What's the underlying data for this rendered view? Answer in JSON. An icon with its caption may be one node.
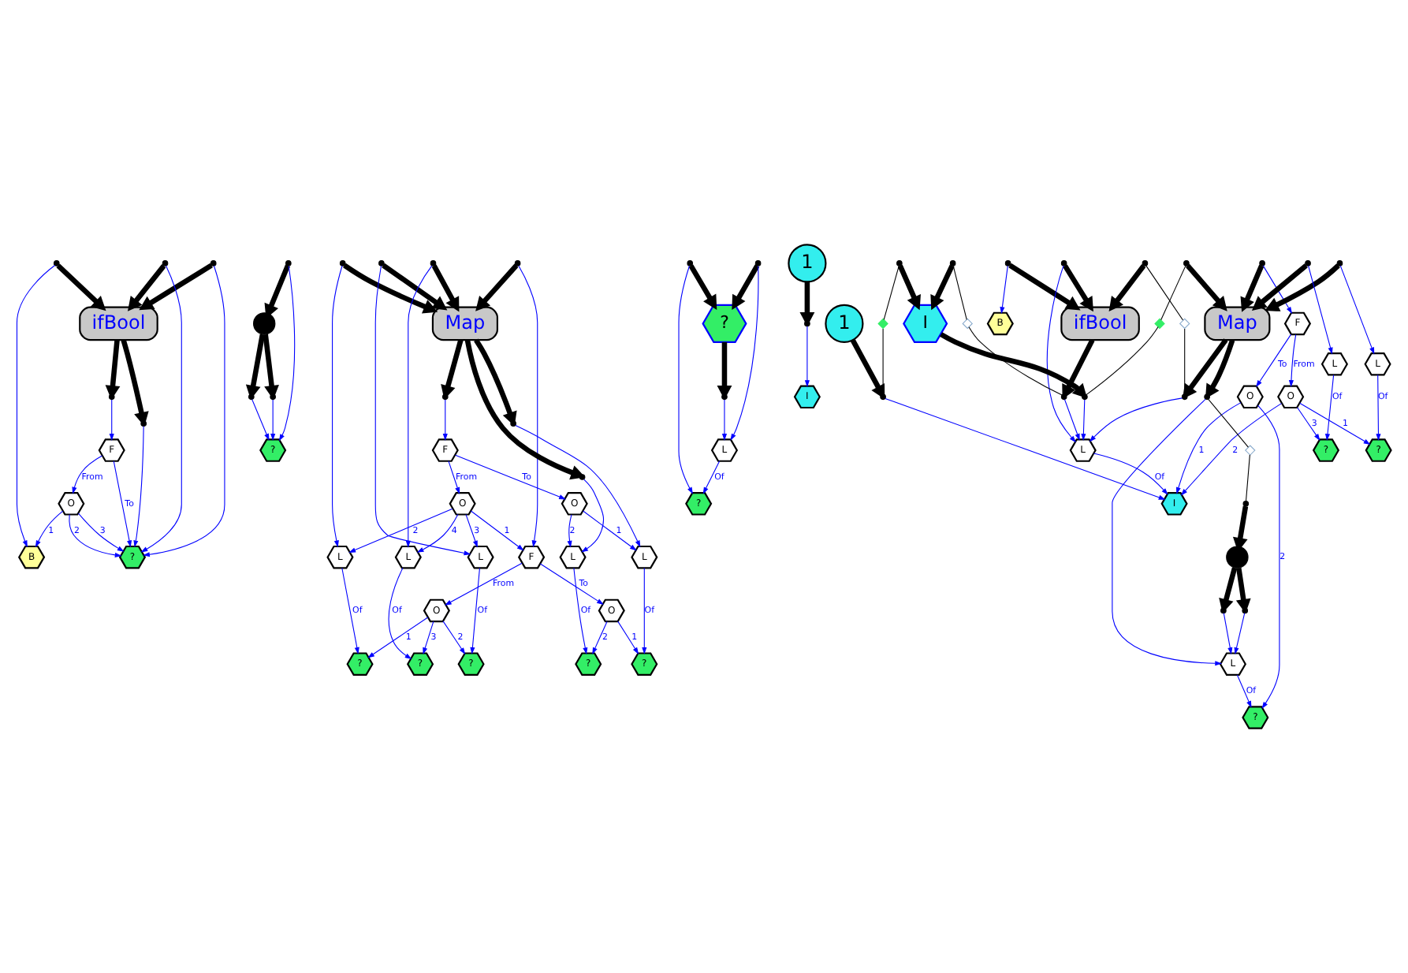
{
  "diagram": {
    "nodes": [
      {
        "text": [
          "B"
        ]
      },
      {
        "text": [
          "ifBool"
        ]
      },
      {
        "text": [],
        "shape": "circle"
      },
      {
        "text": [],
        "shape": "circle"
      },
      {
        "text": [],
        "shape": "circle"
      },
      {
        "text": [],
        "shape": "circle"
      },
      {
        "text": [],
        "shape": "circle"
      },
      {
        "text": [
          "?"
        ]
      },
      {
        "text": [
          "O"
        ]
      },
      {
        "text": [
          "F"
        ]
      },
      {
        "text": [],
        "shape": "circle"
      },
      {
        "text": [],
        "shape": "circle"
      },
      {
        "text": [],
        "shape": "circle"
      },
      {
        "text": [],
        "shape": "circle"
      },
      {
        "text": [
          "?"
        ]
      },
      {
        "text": [
          "O"
        ]
      },
      {
        "text": [
          "F"
        ]
      },
      {
        "text": [
          "O"
        ]
      },
      {
        "text": [],
        "shape": "circle"
      },
      {
        "text": [
          "Map"
        ]
      },
      {
        "text": [
          "?"
        ]
      },
      {
        "text": [
          "L"
        ]
      },
      {
        "text": [],
        "shape": "circle"
      },
      {
        "text": [
          "?"
        ]
      },
      {
        "text": [
          "L"
        ]
      },
      {
        "text": [],
        "shape": "circle"
      },
      {
        "text": [],
        "shape": "circle"
      },
      {
        "text": [
          "L"
        ]
      },
      {
        "text": [
          "?"
        ]
      },
      {
        "text": [],
        "shape": "circle"
      },
      {
        "text": [
          "L"
        ]
      },
      {
        "text": [
          "?"
        ]
      },
      {
        "text": [],
        "shape": "circle"
      },
      {
        "text": [
          "L"
        ]
      },
      {
        "text": [
          "?"
        ]
      },
      {
        "text": [],
        "shape": "circle"
      },
      {
        "text": [
          "O"
        ]
      },
      {
        "text": [
          "F"
        ]
      },
      {
        "text": [
          "O"
        ]
      },
      {
        "text": [
          "?"
        ]
      },
      {
        "text": [],
        "shape": "circle"
      },
      {
        "text": [],
        "shape": "circle"
      },
      {
        "text": [],
        "shape": "circle"
      },
      {
        "text": [
          "L"
        ]
      },
      {
        "text": [
          "?"
        ]
      },
      {
        "text": [
          "I"
        ]
      },
      {
        "text": [],
        "shape": "circle"
      },
      {
        "text": [
          "1"
        ]
      },
      {
        "text": [
          "O"
        ]
      },
      {
        "text": [
          "F"
        ]
      },
      {
        "text": [
          "O"
        ]
      },
      {
        "text": [
          "B"
        ]
      },
      {
        "text": [],
        "shape": "circle"
      },
      {
        "text": [],
        "shape": "circle"
      },
      {
        "text": [],
        "shape": "circle"
      },
      {
        "text": [],
        "shape": "diamond"
      },
      {
        "text": [],
        "shape": "circle"
      },
      {
        "text": [
          "Map"
        ]
      },
      {
        "text": [
          "?"
        ]
      },
      {
        "text": [
          "L"
        ]
      },
      {
        "text": [],
        "shape": "circle"
      },
      {
        "text": [],
        "shape": "circle"
      },
      {
        "text": [],
        "shape": "circle"
      },
      {
        "text": [
          "L"
        ]
      },
      {
        "text": [
          "?"
        ]
      },
      {
        "text": [],
        "shape": "circle"
      },
      {
        "text": [],
        "shape": "diamond"
      },
      {
        "text": [],
        "shape": "circle"
      },
      {
        "text": [
          "I"
        ]
      },
      {
        "text": [],
        "shape": "circle"
      },
      {
        "text": [
          "ifBool"
        ]
      },
      {
        "text": [],
        "shape": "circle"
      },
      {
        "text": [],
        "shape": "diamond"
      },
      {
        "text": [],
        "shape": "circle"
      },
      {
        "text": [
          "L"
        ]
      },
      {
        "text": [
          "?"
        ]
      },
      {
        "text": [],
        "shape": "circle"
      },
      {
        "text": [],
        "shape": "circle"
      },
      {
        "text": [],
        "shape": "circle"
      },
      {
        "text": [],
        "shape": "circle"
      },
      {
        "text": [],
        "shape": "circle"
      },
      {
        "text": [],
        "shape": "diamond"
      },
      {
        "text": [],
        "shape": "circle"
      },
      {
        "text": [
          "1"
        ]
      },
      {
        "text": [
          "L"
        ]
      },
      {
        "text": [
          "I"
        ]
      },
      {
        "text": [],
        "shape": "diamond"
      }
    ],
    "edges": [
      {
        "from": 2,
        "to": 1,
        "arrow": "to",
        "style": "thick",
        "color": "#000000"
      },
      {
        "from": 3,
        "to": 1,
        "arrow": "to",
        "style": "thick",
        "color": "#000000"
      },
      {
        "from": 4,
        "to": 1,
        "arrow": "to",
        "style": "thick",
        "color": "#000000"
      },
      {
        "from": 1,
        "to": 5,
        "arrow": "to",
        "style": "thick",
        "color": "#000000"
      },
      {
        "from": 1,
        "to": 6,
        "arrow": "to",
        "style": "thick",
        "color": "#000000"
      },
      {
        "from": 2,
        "to": 0,
        "arrow": "to"
      },
      {
        "from": 3,
        "to": 7,
        "arrow": "to"
      },
      {
        "from": 4,
        "to": 7,
        "arrow": "to"
      },
      {
        "from": 5,
        "to": 7,
        "arrow": "to"
      },
      {
        "from": 6,
        "to": 9,
        "arrow": "to"
      },
      {
        "from": 9,
        "to": 7,
        "arrow": "to",
        "label": "To"
      },
      {
        "from": 9,
        "to": 8,
        "arrow": "to",
        "label": "From"
      },
      {
        "from": 8,
        "to": 0,
        "arrow": "to",
        "label": "1"
      },
      {
        "from": 8,
        "to": 7,
        "arrow": "to",
        "label": "2"
      },
      {
        "from": 8,
        "to": 7,
        "arrow": "to",
        "label": "3"
      },
      {
        "from": 10,
        "to": 11,
        "arrow": "to",
        "style": "thick",
        "color": "#000000"
      },
      {
        "from": 12,
        "to": 10,
        "arrow": "to",
        "style": "thick",
        "color": "#000000"
      },
      {
        "from": 10,
        "to": 13,
        "arrow": "to",
        "style": "thick",
        "color": "#000000"
      },
      {
        "from": 11,
        "to": 14,
        "arrow": "to"
      },
      {
        "from": 12,
        "to": 14,
        "arrow": "to"
      },
      {
        "from": 13,
        "to": 14,
        "arrow": "to"
      },
      {
        "from": 18,
        "to": 19,
        "arrow": "to",
        "style": "thick",
        "color": "#000000"
      },
      {
        "from": 19,
        "to": 22,
        "arrow": "to",
        "style": "thick",
        "color": "#000000"
      },
      {
        "from": 19,
        "to": 25,
        "arrow": "to",
        "style": "thick",
        "color": "#000000"
      },
      {
        "from": 26,
        "to": 19,
        "arrow": "to",
        "style": "thick",
        "color": "#000000"
      },
      {
        "from": 29,
        "to": 19,
        "arrow": "to",
        "style": "thick",
        "color": "#000000"
      },
      {
        "from": 32,
        "to": 19,
        "arrow": "to",
        "style": "thick",
        "color": "#000000"
      },
      {
        "from": 19,
        "to": 35,
        "arrow": "to",
        "style": "thick",
        "color": "#000000"
      },
      {
        "from": 18,
        "to": 16,
        "arrow": "to"
      },
      {
        "from": 16,
        "to": 15,
        "arrow": "to",
        "label": "To"
      },
      {
        "from": 16,
        "to": 17,
        "arrow": "to",
        "label": "From"
      },
      {
        "from": 15,
        "to": 20,
        "arrow": "to",
        "label": "1"
      },
      {
        "from": 15,
        "to": 23,
        "arrow": "to",
        "label": "2"
      },
      {
        "from": 22,
        "to": 21,
        "arrow": "to"
      },
      {
        "from": 21,
        "to": 20,
        "arrow": "to",
        "label": "Of"
      },
      {
        "from": 25,
        "to": 24,
        "arrow": "to"
      },
      {
        "from": 24,
        "to": 23,
        "arrow": "to",
        "label": "Of"
      },
      {
        "from": 36,
        "to": 21,
        "arrow": "to",
        "label": "1"
      },
      {
        "from": 36,
        "to": 24,
        "arrow": "to",
        "label": "2"
      },
      {
        "from": 35,
        "to": 37,
        "arrow": "to"
      },
      {
        "from": 37,
        "to": 36,
        "arrow": "to",
        "label": "To"
      },
      {
        "from": 37,
        "to": 38,
        "arrow": "to",
        "label": "From"
      },
      {
        "from": 26,
        "to": 27,
        "arrow": "to"
      },
      {
        "from": 27,
        "to": 28,
        "arrow": "to",
        "label": "Of"
      },
      {
        "from": 29,
        "to": 30,
        "arrow": "to"
      },
      {
        "from": 30,
        "to": 31,
        "arrow": "to",
        "label": "Of"
      },
      {
        "from": 32,
        "to": 33,
        "arrow": "to"
      },
      {
        "from": 33,
        "to": 34,
        "arrow": "to",
        "label": "Of"
      },
      {
        "from": 17,
        "to": 28,
        "arrow": "to",
        "label": "1"
      },
      {
        "from": 17,
        "to": 31,
        "arrow": "to",
        "label": "2"
      },
      {
        "from": 17,
        "to": 34,
        "arrow": "to",
        "label": "3"
      },
      {
        "from": 38,
        "to": 16,
        "arrow": "to",
        "label": "1"
      },
      {
        "from": 38,
        "to": 27,
        "arrow": "to",
        "label": "2"
      },
      {
        "from": 38,
        "to": 30,
        "arrow": "to",
        "label": "3"
      },
      {
        "from": 38,
        "to": 33,
        "arrow": "to",
        "label": "4"
      },
      {
        "from": 39,
        "to": 40,
        "arrow": "to",
        "style": "thick",
        "color": "#000000"
      },
      {
        "from": 41,
        "to": 39,
        "arrow": "to",
        "style": "thick",
        "color": "#000000"
      },
      {
        "from": 42,
        "to": 39,
        "arrow": "to",
        "style": "thick",
        "color": "#000000"
      },
      {
        "from": 40,
        "to": 43,
        "arrow": "to"
      },
      {
        "from": 41,
        "to": 43,
        "arrow": "to"
      },
      {
        "from": 42,
        "to": 44,
        "arrow": "to"
      },
      {
        "from": 43,
        "to": 44,
        "arrow": "to",
        "label": "Of"
      },
      {
        "from": 47,
        "to": 46,
        "arrow": "to",
        "style": "thick",
        "color": "#000000"
      },
      {
        "from": 46,
        "to": 45,
        "arrow": "to"
      },
      {
        "from": 52,
        "to": 70,
        "arrow": "to",
        "style": "thick",
        "color": "#000000"
      },
      {
        "from": 53,
        "to": 70,
        "arrow": "to",
        "style": "thick",
        "color": "#000000"
      },
      {
        "from": 54,
        "to": 70,
        "arrow": "to",
        "style": "thick",
        "color": "#000000"
      },
      {
        "from": 70,
        "to": 71,
        "arrow": "to",
        "style": "thick",
        "color": "#000000"
      },
      {
        "from": 52,
        "to": 51,
        "arrow": "to"
      },
      {
        "from": 54,
        "to": 55,
        "arrow": "none",
        "color": "#000000"
      },
      {
        "from": 55,
        "to": 60,
        "arrow": "none",
        "color": "#000000"
      },
      {
        "from": 56,
        "to": 57,
        "arrow": "to",
        "style": "thick",
        "color": "#000000"
      },
      {
        "from": 57,
        "to": 60,
        "arrow": "to",
        "style": "thick",
        "color": "#000000"
      },
      {
        "from": 57,
        "to": 61,
        "arrow": "to",
        "style": "thick",
        "color": "#000000"
      },
      {
        "from": 62,
        "to": 57,
        "arrow": "to",
        "style": "thick",
        "color": "#000000"
      },
      {
        "from": 65,
        "to": 57,
        "arrow": "to",
        "style": "thick",
        "color": "#000000"
      },
      {
        "from": 73,
        "to": 57,
        "arrow": "to",
        "style": "thick",
        "color": "#000000"
      },
      {
        "from": 56,
        "to": 49,
        "arrow": "to"
      },
      {
        "from": 49,
        "to": 48,
        "arrow": "to",
        "label": "To"
      },
      {
        "from": 49,
        "to": 50,
        "arrow": "to",
        "label": "From"
      },
      {
        "from": 48,
        "to": 58,
        "arrow": "to",
        "label": "2"
      },
      {
        "from": 48,
        "to": 85,
        "arrow": "to",
        "label": "1"
      },
      {
        "from": 59,
        "to": 58,
        "arrow": "to",
        "label": "Of"
      },
      {
        "from": 61,
        "to": 59,
        "arrow": "to"
      },
      {
        "from": 77,
        "to": 59,
        "arrow": "to"
      },
      {
        "from": 79,
        "to": 59,
        "arrow": "to"
      },
      {
        "from": 61,
        "to": 72,
        "arrow": "none",
        "color": "#000000"
      },
      {
        "from": 72,
        "to": 78,
        "arrow": "none",
        "color": "#000000"
      },
      {
        "from": 76,
        "to": 77,
        "arrow": "to",
        "style": "thick",
        "color": "#000000"
      },
      {
        "from": 78,
        "to": 76,
        "arrow": "to",
        "style": "thick",
        "color": "#000000"
      },
      {
        "from": 76,
        "to": 79,
        "arrow": "to",
        "style": "thick",
        "color": "#000000"
      },
      {
        "from": 60,
        "to": 84,
        "arrow": "to"
      },
      {
        "from": 53,
        "to": 84,
        "arrow": "to"
      },
      {
        "from": 71,
        "to": 84,
        "arrow": "to"
      },
      {
        "from": 67,
        "to": 84,
        "arrow": "to"
      },
      {
        "from": 84,
        "to": 85,
        "arrow": "to",
        "label": "Of"
      },
      {
        "from": 62,
        "to": 63,
        "arrow": "to"
      },
      {
        "from": 63,
        "to": 64,
        "arrow": "to",
        "label": "Of"
      },
      {
        "from": 73,
        "to": 74,
        "arrow": "to"
      },
      {
        "from": 74,
        "to": 75,
        "arrow": "to",
        "label": "Of"
      },
      {
        "from": 50,
        "to": 64,
        "arrow": "to",
        "label": "1"
      },
      {
        "from": 50,
        "to": 85,
        "arrow": "to",
        "label": "2"
      },
      {
        "from": 50,
        "to": 75,
        "arrow": "to",
        "label": "3"
      },
      {
        "from": 65,
        "to": 66,
        "arrow": "none",
        "color": "#000000"
      },
      {
        "from": 66,
        "to": 67,
        "arrow": "none",
        "color": "#000000"
      },
      {
        "from": 68,
        "to": 67,
        "arrow": "to",
        "style": "thick",
        "color": "#000000"
      },
      {
        "from": 69,
        "to": 68,
        "arrow": "to",
        "style": "thick",
        "color": "#000000"
      },
      {
        "from": 80,
        "to": 68,
        "arrow": "to",
        "style": "thick",
        "color": "#000000"
      },
      {
        "from": 80,
        "to": 81,
        "arrow": "none",
        "color": "#000000"
      },
      {
        "from": 81,
        "to": 82,
        "arrow": "none",
        "color": "#000000"
      },
      {
        "from": 83,
        "to": 82,
        "arrow": "to",
        "style": "thick",
        "color": "#000000"
      },
      {
        "from": 82,
        "to": 85,
        "arrow": "to"
      },
      {
        "from": 69,
        "to": 86,
        "arrow": "none",
        "color": "#000000"
      },
      {
        "from": 86,
        "to": 71,
        "arrow": "none",
        "color": "#000000"
      }
    ]
  }
}
